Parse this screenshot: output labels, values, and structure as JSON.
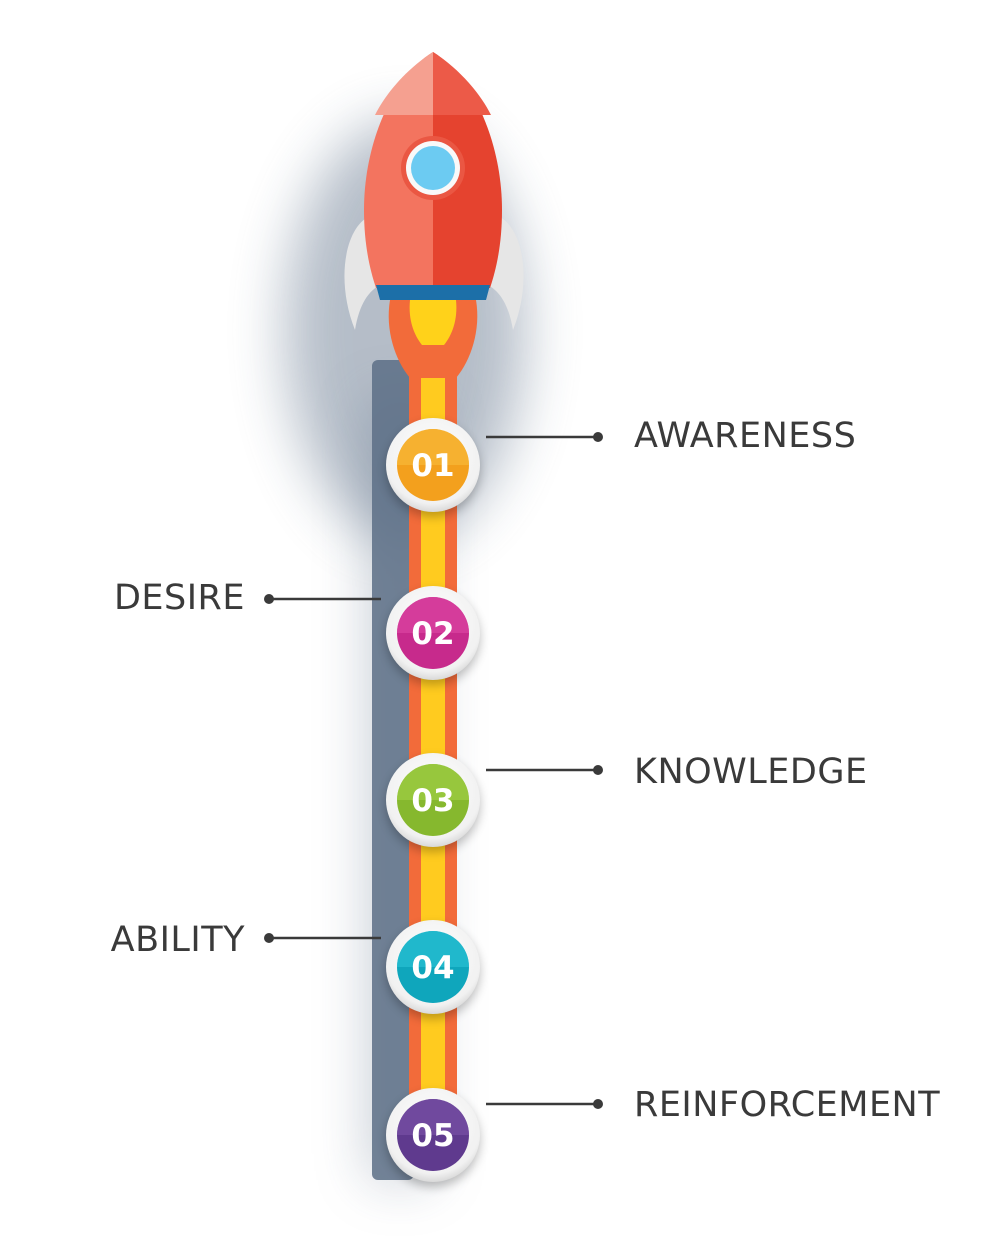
{
  "steps": [
    {
      "number": "01",
      "label": "AWARENESS",
      "side": "right",
      "color": "#F3A01D",
      "color_light": "#F8C040"
    },
    {
      "number": "02",
      "label": "DESIRE",
      "side": "left",
      "color": "#C72A8C",
      "color_light": "#E04AA8"
    },
    {
      "number": "03",
      "label": "KNOWLEDGE",
      "side": "right",
      "color": "#86B82E",
      "color_light": "#A6D34A"
    },
    {
      "number": "04",
      "label": "ABILITY",
      "side": "left",
      "color": "#0FA6BC",
      "color_light": "#30C6D8"
    },
    {
      "number": "05",
      "label": "REINFORCEMENT",
      "side": "right",
      "color": "#5F3A8E",
      "color_light": "#7D55AC"
    }
  ],
  "rocket": {
    "body_light": "#F3745F",
    "body_dark": "#E5432F",
    "tip_light": "#F5A090",
    "tip_dark": "#EC5A48",
    "band": "#1C6FA8",
    "window": "#6CCBF2",
    "fin": "#E6E6E6",
    "flame_outer": "#F26B3A",
    "flame_inner": "#FFD21A"
  },
  "trail": {
    "outer": "#F26B3A",
    "inner": "#FFCB1F",
    "shadow": "#5C6E86"
  }
}
